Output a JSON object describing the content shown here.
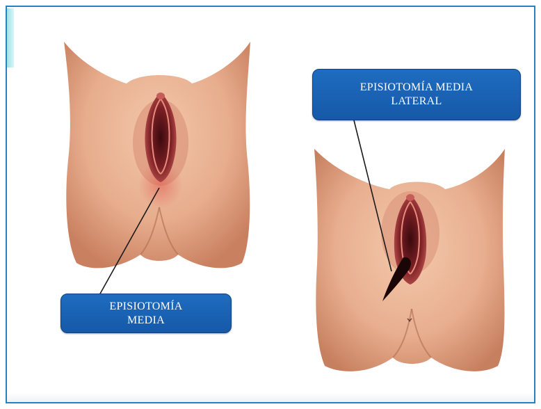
{
  "callouts": {
    "media": {
      "line1": "EPISIOTOMÍA",
      "line2": "MEDIA"
    },
    "media_lateral": {
      "line1": "EPISIOTOMÍA MEDIA",
      "line2": "LATERAL"
    }
  },
  "colors": {
    "frame": "#2a7fc0",
    "callout_fill": "#1a63b6",
    "skin": "#eab396",
    "tissue": "#7b1f24"
  }
}
